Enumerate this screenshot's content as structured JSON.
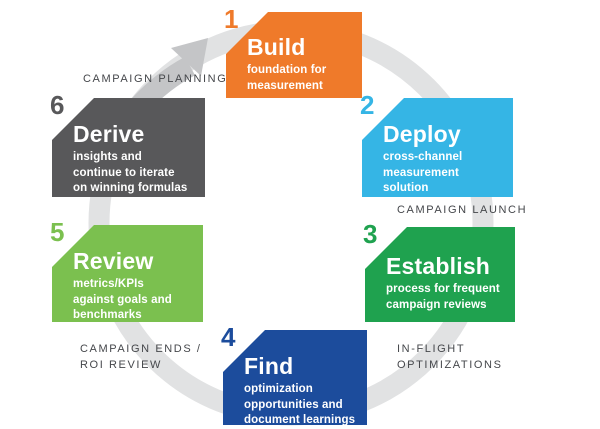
{
  "steps": [
    {
      "num": "1",
      "title": "Build",
      "subtitle": "foundation for\nmeasurement",
      "color": "#EF7A2A"
    },
    {
      "num": "2",
      "title": "Deploy",
      "subtitle": "cross-channel\nmeasurement\nsolution",
      "color": "#35B5E5"
    },
    {
      "num": "3",
      "title": "Establish",
      "subtitle": "process for frequent\ncampaign reviews",
      "color": "#1FA24F"
    },
    {
      "num": "4",
      "title": "Find",
      "subtitle": "optimization\nopportunities and\ndocument learnings",
      "color": "#1C4C9C"
    },
    {
      "num": "5",
      "title": "Review",
      "subtitle": "metrics/KPIs\nagainst goals and\nbenchmarks",
      "color": "#7BC04F"
    },
    {
      "num": "6",
      "title": "Derive",
      "subtitle": "insights and\ncontinue to iterate\non winning formulas",
      "color": "#58585A"
    }
  ],
  "phase_labels": {
    "planning": "CAMPAIGN PLANNING",
    "launch": "CAMPAIGN LAUNCH",
    "inflight": "IN-FLIGHT\nOPTIMIZATIONS",
    "ends": "CAMPAIGN ENDS /\nROI REVIEW"
  },
  "ring": {
    "track_color": "#E1E2E3",
    "arrow_color": "#C4C5C7"
  }
}
